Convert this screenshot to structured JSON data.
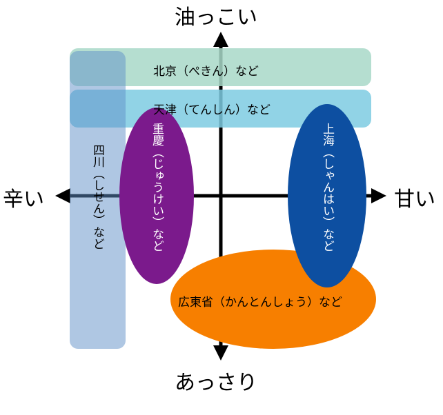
{
  "axes": {
    "top": "油っこい",
    "bottom": "あっさり",
    "left": "辛い",
    "right": "甘い"
  },
  "regions": {
    "beijing": {
      "label": "北京（ぺきん）など",
      "color": "#a8d8c8"
    },
    "tianjin": {
      "label": "天津（てんしん）など",
      "color": "#7ecbe2"
    },
    "sichuan": {
      "label": "四川（しせん）など",
      "color": "#9ab8dc"
    },
    "chongqing": {
      "label": "重慶（じゅうけい）など",
      "color": "#7b1a8c"
    },
    "shanghai": {
      "label": "上海（しゃんはい）など",
      "color": "#0d4fa1"
    },
    "guangdong": {
      "label": "広東省（かんとんしょう）など",
      "color": "#f77f00"
    }
  }
}
